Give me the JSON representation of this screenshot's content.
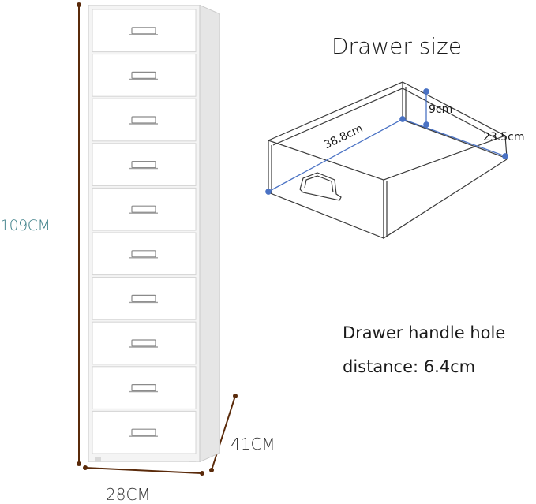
{
  "dimensions": {
    "height": "109CM",
    "width": "28CM",
    "depth": "41CM"
  },
  "drawer": {
    "title": "Drawer size",
    "length": "38.8cm",
    "height": "9cm",
    "width": "23.5cm"
  },
  "handle": {
    "line1": "Drawer handle hole",
    "line2": "distance: 6.4cm"
  },
  "colors": {
    "dimension_line": "#5a2a0a",
    "measure_point": "#4a72c4",
    "cabinet_body": "#f4f4f4",
    "cabinet_edge": "#c9c9c9",
    "height_label": "#3d7f88"
  },
  "cabinet": {
    "drawer_count": 10
  }
}
